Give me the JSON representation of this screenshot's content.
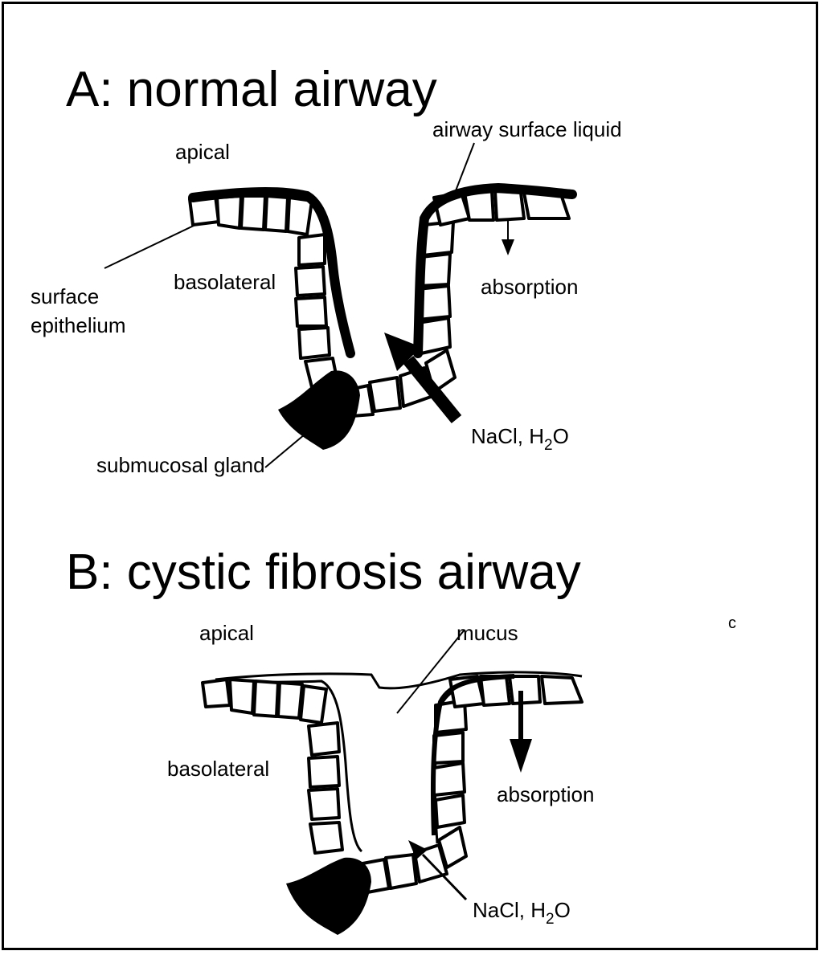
{
  "panel_a": {
    "title": "A: normal airway",
    "labels": {
      "apical": "apical",
      "airway_surface_liquid": "airway surface liquid",
      "surface_epithelium_1": "surface",
      "surface_epithelium_2": "epithelium",
      "basolateral": "basolateral",
      "absorption": "absorption",
      "secretion_prefix": "NaCl, H",
      "secretion_sub": "2",
      "secretion_suffix": "O",
      "submucosal_gland": "submucosal gland"
    }
  },
  "panel_b": {
    "title": "B: cystic fibrosis airway",
    "labels": {
      "apical": "apical",
      "mucus": "mucus",
      "basolateral": "basolateral",
      "absorption": "absorption",
      "secretion_prefix": "NaCl, H",
      "secretion_sub": "2",
      "secretion_suffix": "O"
    },
    "stray_mark": "c"
  }
}
